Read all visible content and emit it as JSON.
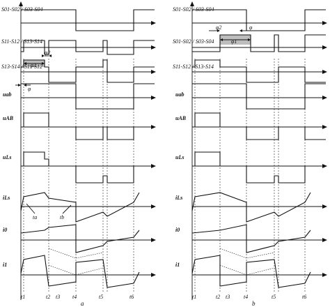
{
  "panels": [
    {
      "caption": "a",
      "signals": [
        {
          "label": "S01-S02 / S03-S04"
        },
        {
          "label": "S11-S12 / S13-S14"
        },
        {
          "label": "S13-S14 / S11-S12"
        },
        {
          "label": "uab"
        },
        {
          "label": "uAB"
        },
        {
          "label": "uLs"
        },
        {
          "label": "iLs"
        },
        {
          "label": "i0"
        },
        {
          "label": "i1"
        }
      ],
      "annotations": {
        "phi1": "φ1",
        "phi2": "φ2",
        "phi": "φ",
        "ta": "ta",
        "tb": "tb"
      },
      "time_labels": [
        "t1",
        "t2",
        "t3",
        "t4",
        "t5",
        "t6"
      ]
    },
    {
      "caption": "b",
      "signals": [
        {
          "label": "S01-S02 / S03-S04"
        },
        {
          "label": "S01-S02 / S03-S04"
        },
        {
          "label": "S11-S12 / S13-S14"
        },
        {
          "label": "uab"
        },
        {
          "label": "uAB"
        },
        {
          "label": "uLs"
        },
        {
          "label": "iLs"
        },
        {
          "label": "i0"
        },
        {
          "label": "i1"
        }
      ],
      "annotations": {
        "phi1": "φ1",
        "phi2": "φ2",
        "phi": "φ"
      },
      "time_labels": [
        "t1",
        "t2",
        "t3",
        "t4",
        "t5",
        "t6"
      ]
    }
  ]
}
